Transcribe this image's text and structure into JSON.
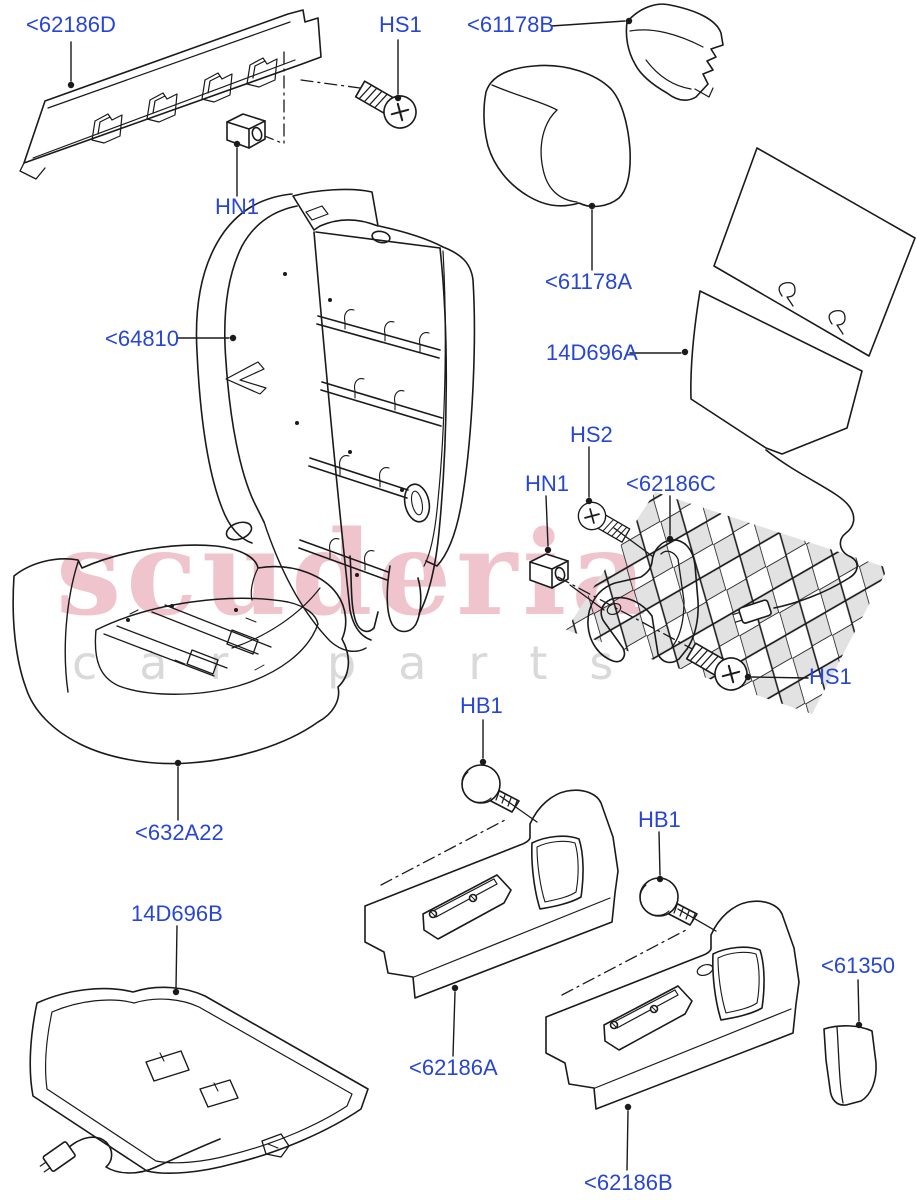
{
  "watermark": {
    "brand": "scuderia",
    "subtitle": "car parts"
  },
  "labels": {
    "62186D": "<62186D",
    "HS1": "HS1",
    "61178B": "<61178B",
    "HN1": "HN1",
    "64810": "<64810",
    "61178A": "<61178A",
    "14D696A": "14D696A",
    "HS2": "HS2",
    "62186C": "<62186C",
    "632A22": "<632A22",
    "HB1": "HB1",
    "14D696B": "14D696B",
    "62186A": "<62186A",
    "62186B": "<62186B",
    "61350": "<61350"
  },
  "colors": {
    "label_blue": "#2846d6",
    "line_black": "#1a1a1a",
    "watermark_pink": "rgba(201,44,74,0.28)",
    "watermark_gray": "#d9d9d9",
    "checker_gray": "#e2e2e2"
  }
}
